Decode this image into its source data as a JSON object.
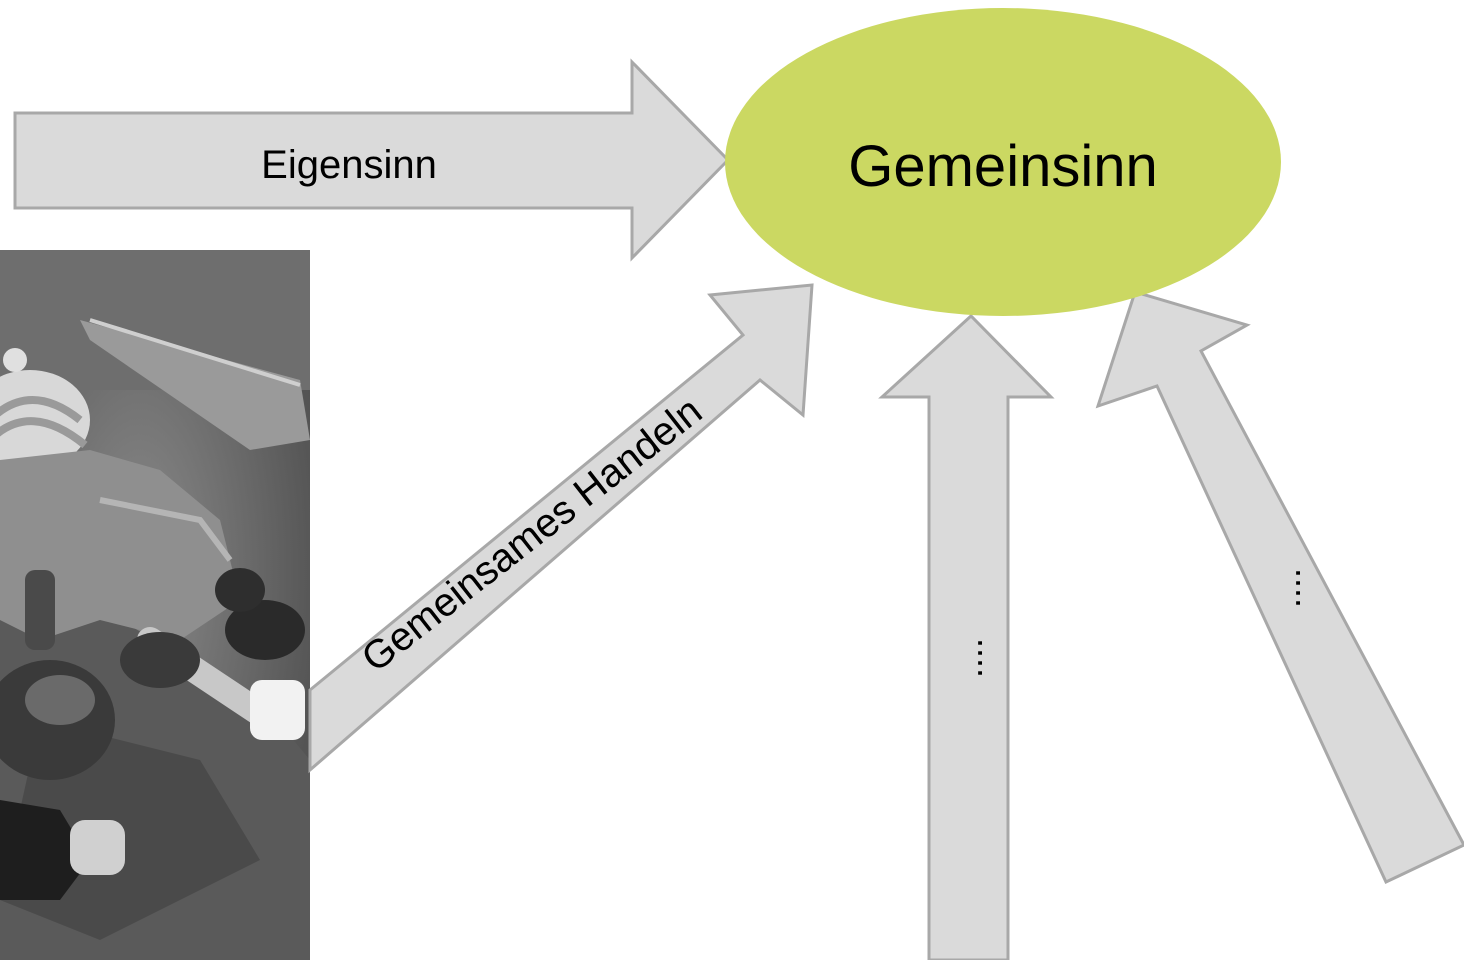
{
  "diagram": {
    "center_label": "Gemeinsinn",
    "arrows": {
      "eigensinn": "Eigensinn",
      "gemeinsames_handeln": "Gemeinsames Handeln",
      "vertical": "....",
      "diagonal_right": "...."
    }
  },
  "colors": {
    "ellipse": "#cbd862",
    "arrow_fill": "#dadada",
    "arrow_stroke": "#a8a8a8"
  }
}
